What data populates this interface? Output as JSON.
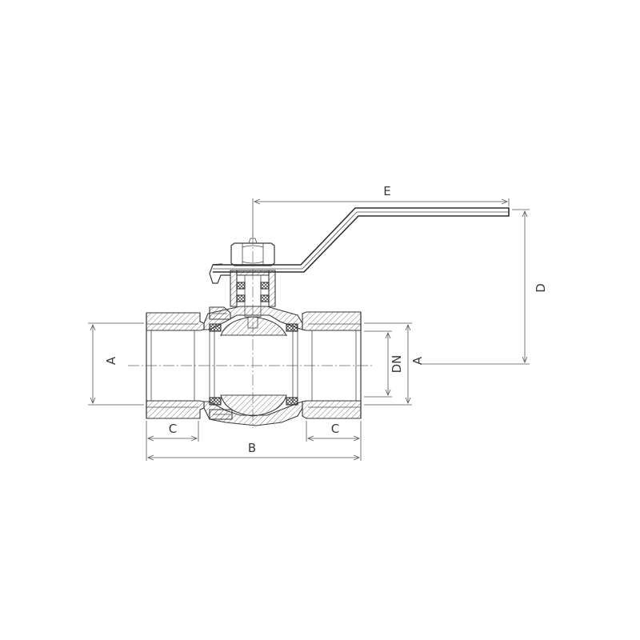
{
  "dimension_labels": {
    "a_left": "A",
    "a_right": "A",
    "b": "B",
    "c_left": "C",
    "c_right": "C",
    "d": "D",
    "dn": "DN",
    "e": "E"
  },
  "colors": {
    "line": "#3a3a3a",
    "background": "#ffffff"
  }
}
